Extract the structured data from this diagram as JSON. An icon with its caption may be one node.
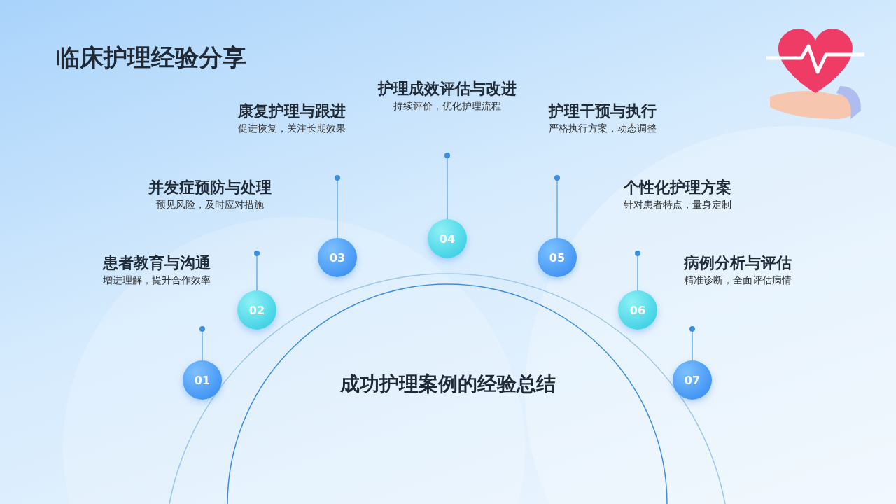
{
  "diagram": {
    "title": "临床护理经验分享",
    "nodes": [
      {
        "text": [
          "01"
        ],
        "beside": [
          "患者教育与沟通",
          "增进理解，提升合作效率"
        ]
      },
      {
        "text": [
          "02"
        ],
        "beside": [
          "并发症预防与处理",
          "预见风险，及时应对措施"
        ]
      },
      {
        "text": [
          "03"
        ],
        "beside": [
          "康复护理与跟进",
          "促进恢复，关注长期效果"
        ]
      },
      {
        "text": [
          "04"
        ],
        "beside": [
          "护理成效评估与改进",
          "持续评价，优化护理流程"
        ]
      },
      {
        "text": [
          "05"
        ],
        "beside": [
          "护理干预与执行",
          "严格执行方案，动态调整"
        ]
      },
      {
        "text": [
          "06"
        ],
        "beside": [
          "个性化护理方案",
          "针对患者特点，量身定制"
        ]
      },
      {
        "text": [
          "07"
        ],
        "beside": [
          "病例分析与评估",
          "精准诊断，全面评估病情"
        ]
      }
    ],
    "labels": [
      "成功护理案例的经验总结"
    ]
  }
}
